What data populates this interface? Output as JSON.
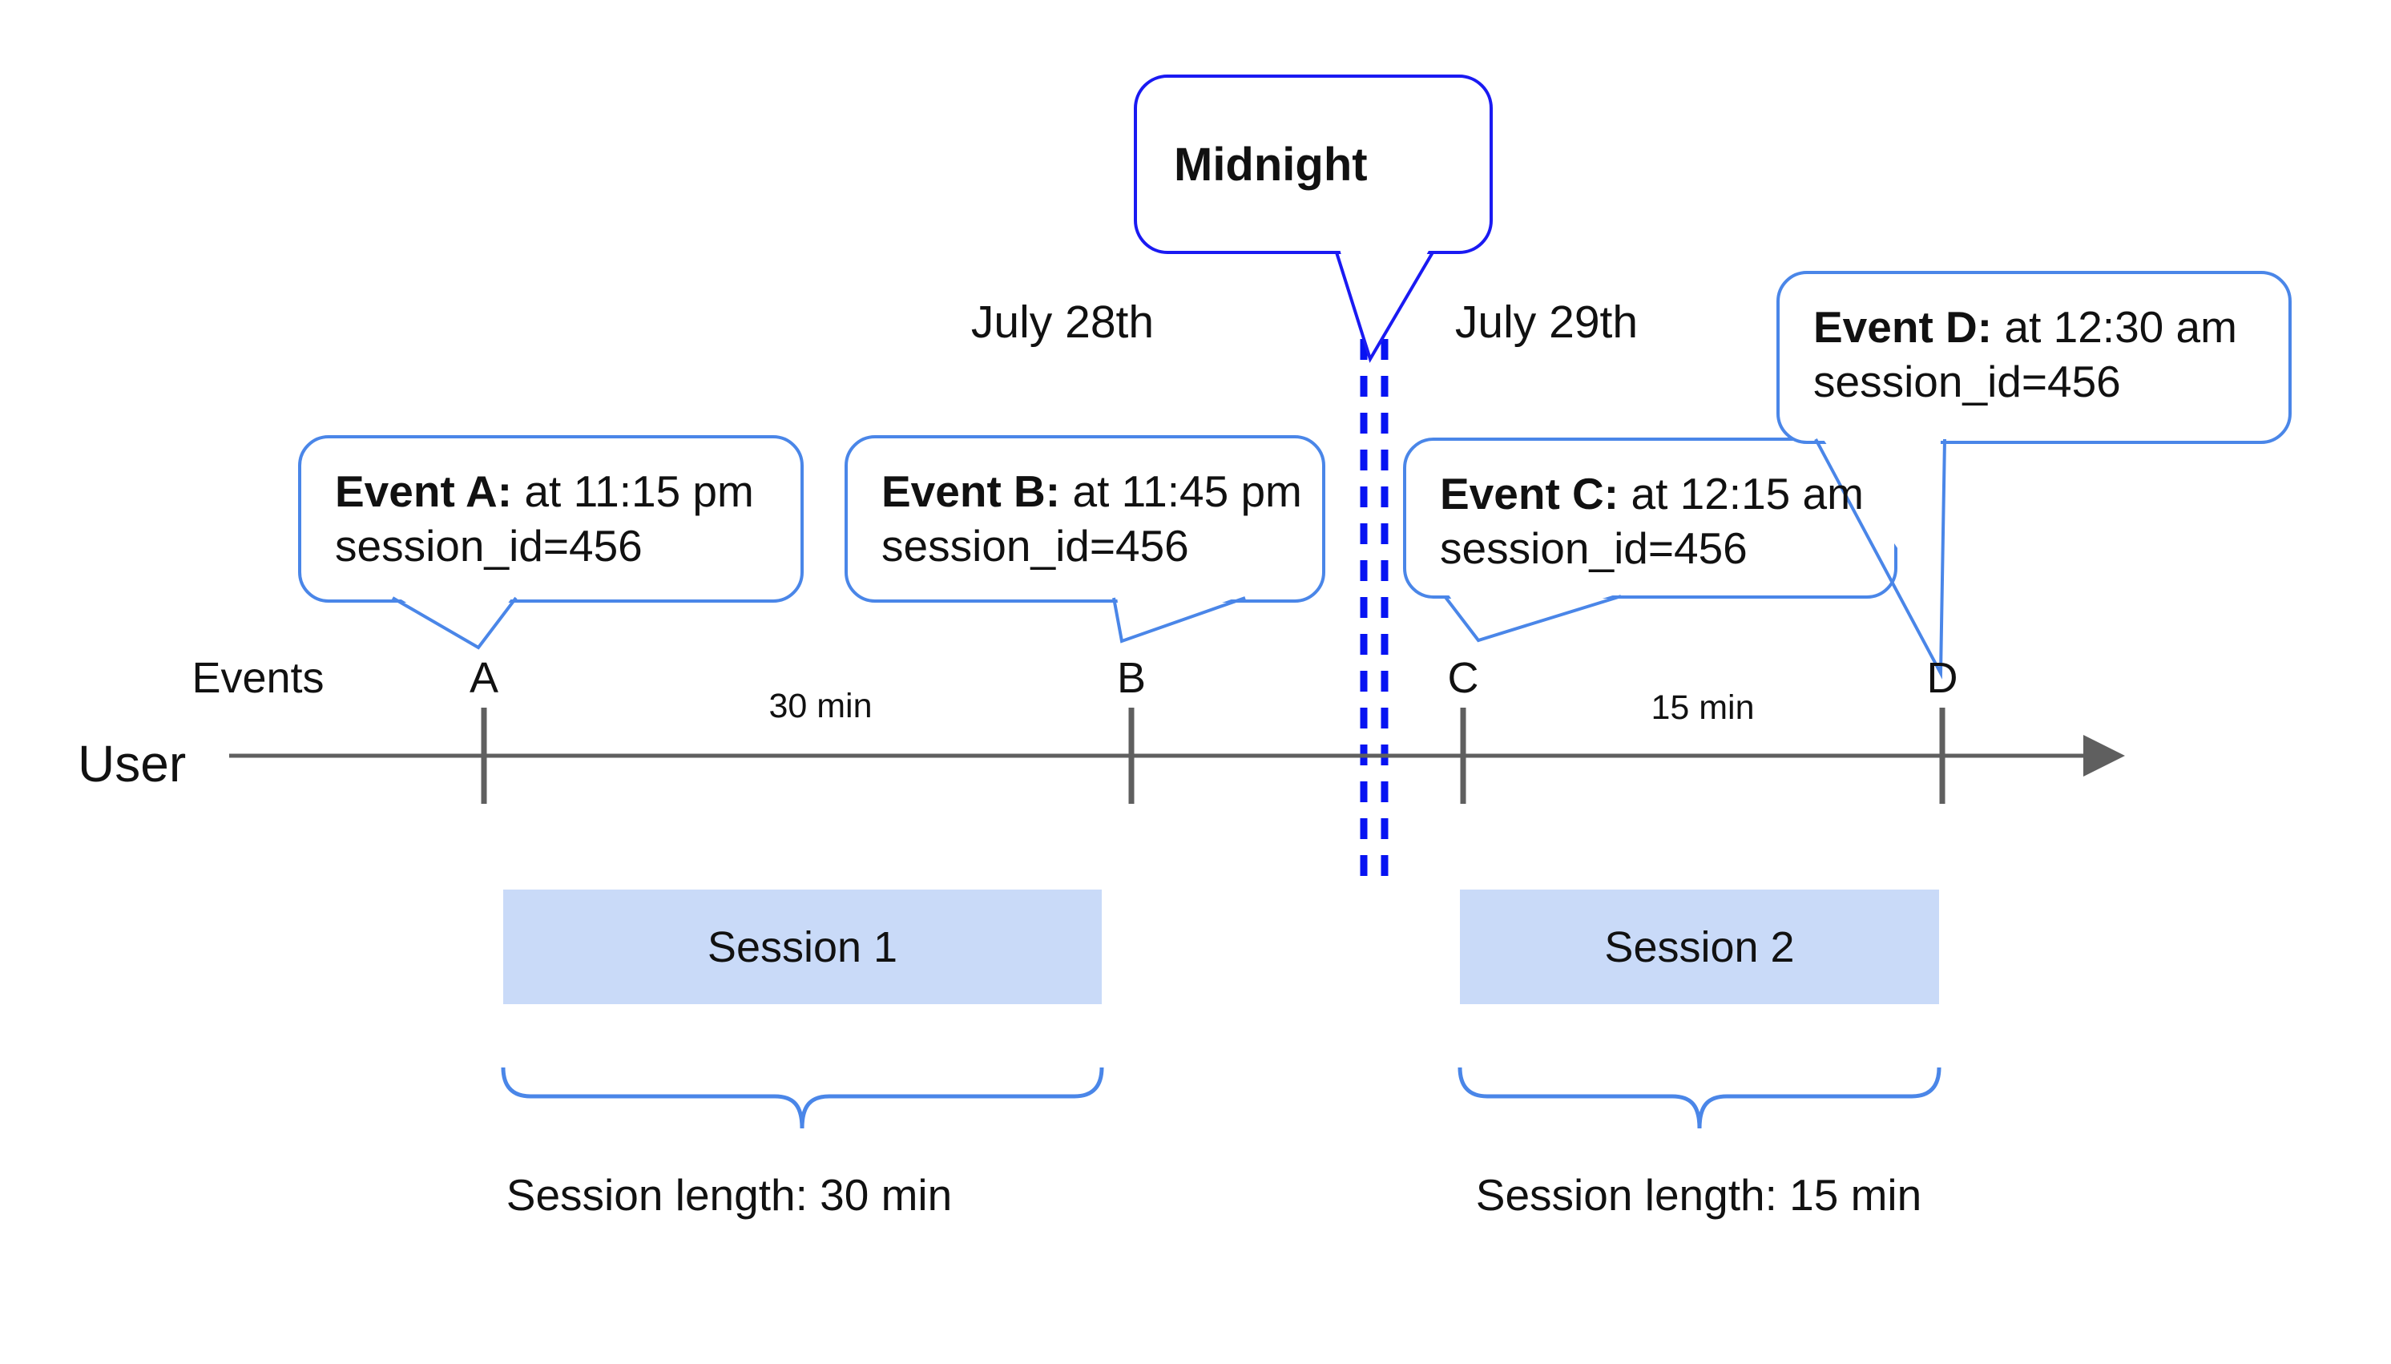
{
  "midnight_callout": {
    "label": "Midnight"
  },
  "dates": {
    "left_label": "July 28th",
    "right_label": "July 29th"
  },
  "event_callouts": [
    {
      "marker": "A",
      "name_label": "Event A:",
      "time_text": "at 11:15 pm",
      "session_text": "session_id=456"
    },
    {
      "marker": "B",
      "name_label": "Event B:",
      "time_text": "at 11:45 pm",
      "session_text": "session_id=456"
    },
    {
      "marker": "C",
      "name_label": "Event C:",
      "time_text": "at 12:15 am",
      "session_text": "session_id=456"
    },
    {
      "marker": "D",
      "name_label": "Event D:",
      "time_text": "at 12:30 am",
      "session_text": "session_id=456"
    }
  ],
  "timeline": {
    "events_row_label": "Events",
    "user_label": "User",
    "markers": [
      "A",
      "B",
      "C",
      "D"
    ],
    "interval_labels": [
      "30 min",
      "15 min"
    ]
  },
  "sessions": [
    {
      "box_label": "Session 1",
      "length_label": "Session length: 30 min"
    },
    {
      "box_label": "Session 2",
      "length_label": "Session length: 15 min"
    }
  ],
  "colors": {
    "callout_border": "#4a86e8",
    "midnight_border": "#1a1af2",
    "dashed_line": "#0713f2",
    "session_fill": "#c9daf8",
    "axis_gray": "#5f5f5f",
    "text": "#111111"
  }
}
